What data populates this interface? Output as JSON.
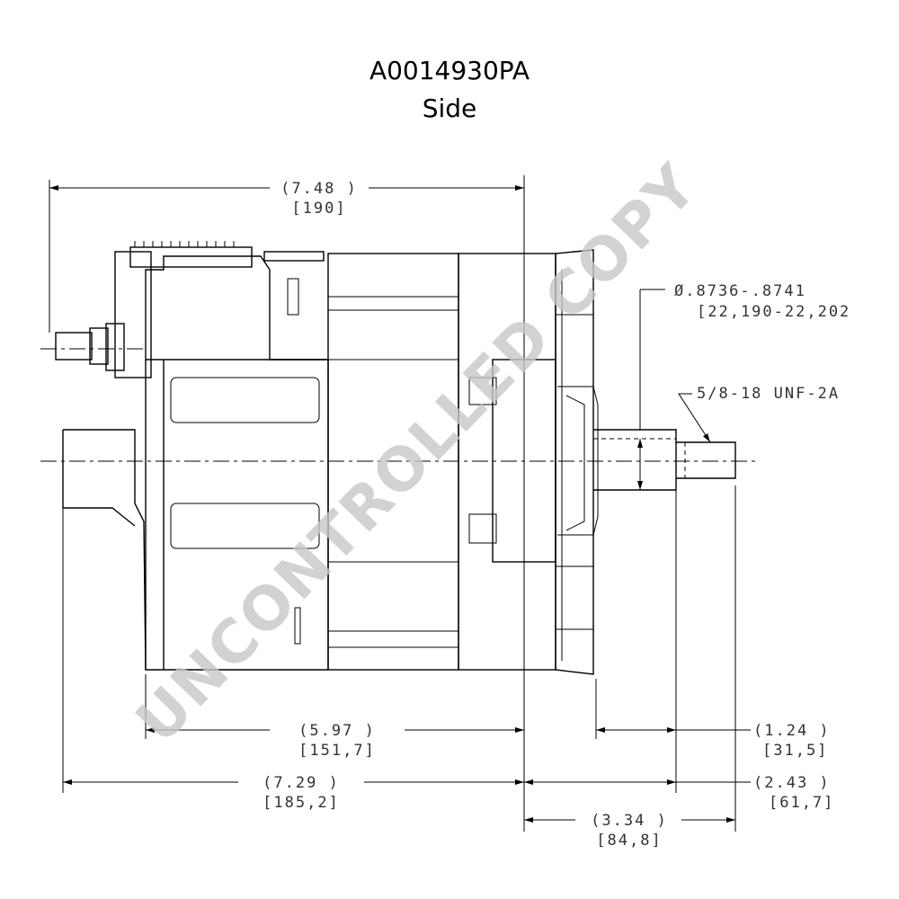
{
  "title": {
    "part_number": "A0014930PA",
    "view": "Side"
  },
  "watermark": "UNCONTROLLED COPY",
  "dimensions": {
    "overall_top": {
      "inch": "(7.48 )",
      "mm": "[190]"
    },
    "shaft_diameter": {
      "inch": "Ø.8736-.8741",
      "mm": "[22,190-22,202"
    },
    "thread": {
      "label": "5/8-18 UNF-2A"
    },
    "body": {
      "inch": "(5.97    )",
      "mm": "[151,7]"
    },
    "overall_bottom": {
      "inch": "(7.29    )",
      "mm": "[185,2]"
    },
    "pulley_shaft": {
      "inch": "(1.24   )",
      "mm": "[31,5]"
    },
    "shaft_length": {
      "inch": "(2.43   )",
      "mm": "[61,7]"
    },
    "mount_to_end": {
      "inch": "(3.34   )",
      "mm": "[84,8]"
    }
  },
  "colors": {
    "line": "#000000",
    "watermark": "#c8c8c8"
  }
}
